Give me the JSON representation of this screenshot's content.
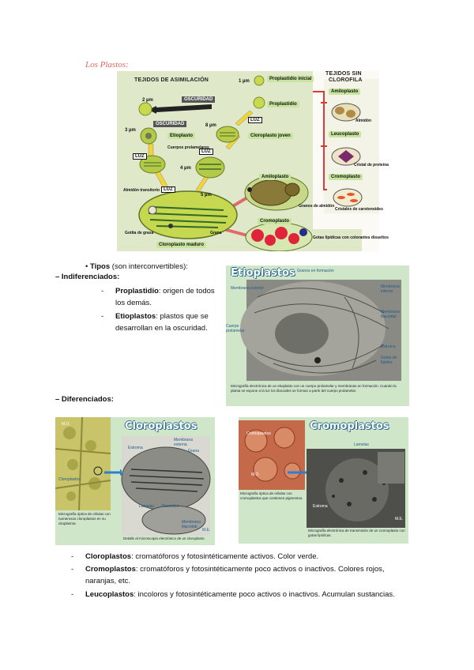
{
  "heading": "Los Plastos:",
  "diagram": {
    "left_header": "TEJIDOS DE ASIMILACIÓN",
    "right_header_1": "TEJIDOS SIN",
    "right_header_2": "CLOROFILA",
    "size_1": "1 µm",
    "size_2": "2 µm",
    "size_3": "3 µm",
    "size_8": "8 µm",
    "size_4": "4 µm",
    "size_5": "5 µm",
    "proplastidio_inicial": "Proplastidio inicial",
    "proplastidio": "Proplastidio",
    "oscuridad_1": "OSCURIDAD",
    "oscuridad_2": "OSCURIDAD",
    "luz_1": "LUZ",
    "luz_2": "LUZ",
    "luz_3": "LUZ",
    "luz_4": "LUZ",
    "etioplasto": "Etioplasto",
    "cuerpos": "Cuerpos prolamelares",
    "cloroplasto_joven": "Cloroplasto joven",
    "almidon_transitorio": "Almidón transitorio",
    "gotita": "Gotita de grasa",
    "grana": "Grana",
    "cloroplasto_maduro": "Cloroplasto maduro",
    "amiloplasto_big": "Amiloplasto",
    "granos_almidon": "Granos de almidón",
    "cromoplasto_big": "Cromoplasto",
    "gotas_lipidicas": "Gotas lipídicas con colorantes disueltos",
    "amiloplasto_small": "Amiloplasto",
    "almidon": "Almidón",
    "leucoplasto": "Leucoplasto",
    "cristal_proteina": "Cristal de proteína",
    "cromoplasto_small": "Cromoplasto",
    "cristales_carotenoides": "Cristales de carotenoides"
  },
  "tipos": {
    "label": "Tipos",
    "rest": " (son interconvertibles):"
  },
  "indiferenciados": {
    "heading": "– Indiferenciados:",
    "items": [
      {
        "dash": "-",
        "term": "Proplastidio",
        "text_1": ": origen de todos",
        "text_2": "los demás."
      },
      {
        "dash": "-",
        "term": "Etioplastos",
        "text_1": ": plastos que se",
        "text_2": "desarrollan en la oscuridad."
      }
    ]
  },
  "diferenciados": {
    "heading": "– Diferenciados:"
  },
  "micrographs": {
    "etio": {
      "title": "Etioplastos",
      "labels": [
        "Granos en formación",
        "Membrana exterior",
        "Membrana interna",
        "Membrana tilacoidal",
        "Cuerpo prolamelar",
        "Estroma",
        "Gotas de lípidos"
      ],
      "caption": "Micrografía electrónica de un etioplasto con un cuerpo prolamelar y membranas en formación. Cuando la planta se expone a la luz los tilacoides se forman a partir del cuerpo prolamelar."
    },
    "clor": {
      "title": "Cloroplastos",
      "labels": [
        "M.O.",
        "Cloroplastos",
        "Membrana externa",
        "Estroma",
        "Grana",
        "Lamelas",
        "Tilacoides",
        "Membrana tilacoidal",
        "M.E."
      ],
      "caption_left": "Micrografía óptica de células con numerosos cloroplastos en su citoplasma.",
      "caption_bottom": "Detalle al microscopio electrónico de un cloroplasto."
    },
    "crom": {
      "title": "Cromoplastos",
      "labels": [
        "Cromoplastos",
        "Lamelas",
        "M.O.",
        "Estroma",
        "M.E."
      ],
      "caption_left": "Micrografía óptica de células con cromoplastos que contienen pigmentos.",
      "caption_bottom": "Micrografía electrónica de transmisión de un cromoplasto con gotas lipídicas."
    }
  },
  "bottom_list": [
    {
      "dash": "-",
      "term": "Cloroplastos",
      "text": ": cromatóforos y fotosintéticamente activos. Color verde."
    },
    {
      "dash": "-",
      "term": "Cromoplastos",
      "text": ": cromatóforos y fotosintéticamente poco activos o inactivos. Colores rojos,",
      "text_2": "naranjas, etc."
    },
    {
      "dash": "-",
      "term": "Leucoplastos",
      "text": ": incoloros y fotosintéticamente poco activos o inactivos. Acumulan sustancias."
    }
  ]
}
